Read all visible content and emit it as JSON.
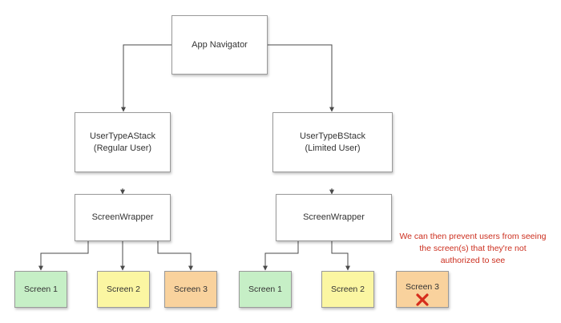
{
  "nodes": {
    "app_navigator": {
      "label": "App Navigator"
    },
    "user_type_a_stack": {
      "line1": "UserTypeAStack",
      "line2": "(Regular User)"
    },
    "user_type_b_stack": {
      "line1": "UserTypeBStack",
      "line2": "(Limited User)"
    },
    "wrapper_a": {
      "label": "ScreenWrapper"
    },
    "wrapper_b": {
      "label": "ScreenWrapper"
    }
  },
  "screens_a": [
    {
      "label": "Screen 1",
      "status": "allowed"
    },
    {
      "label": "Screen 2",
      "status": "partial"
    },
    {
      "label": "Screen 3",
      "status": "restricted"
    }
  ],
  "screens_b": [
    {
      "label": "Screen 1",
      "status": "allowed"
    },
    {
      "label": "Screen 2",
      "status": "partial"
    },
    {
      "label": "Screen 3",
      "status": "blocked"
    }
  ],
  "note": {
    "line1": "We can then prevent users from seeing",
    "line2": "the screen(s) that they're not",
    "line3": "authorized to see"
  },
  "colors": {
    "allowed": "#c6efc6",
    "partial": "#fbf6a2",
    "restricted": "#f9d29d",
    "blocked": "#f9d29d",
    "connector": "#4a4a4a",
    "note": "#cc2f1f",
    "cross": "#d62d1c"
  }
}
